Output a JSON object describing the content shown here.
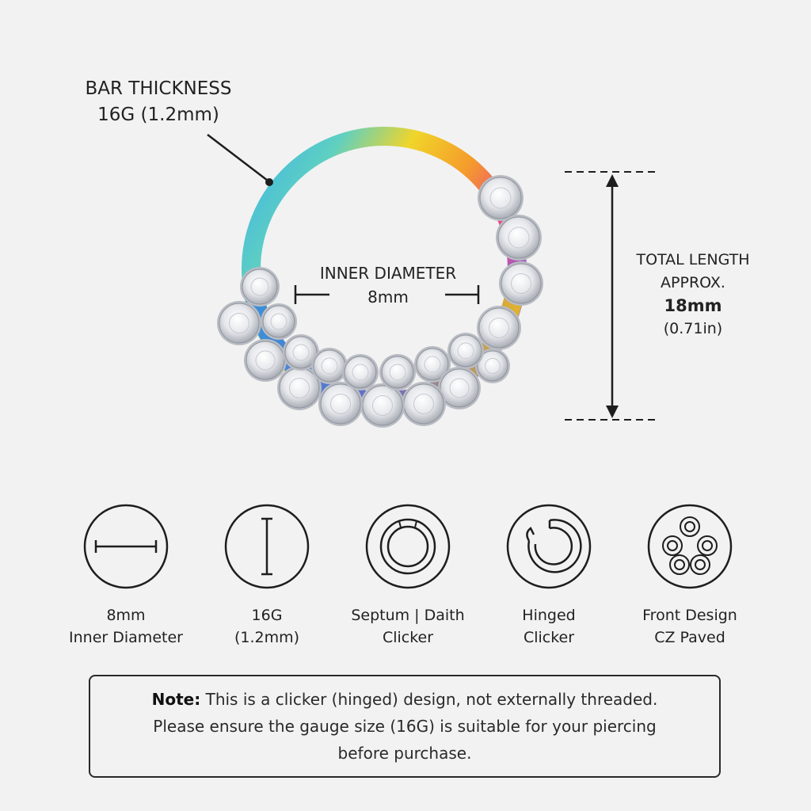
{
  "bar_thickness": {
    "line1": "BAR THICKNESS",
    "line2": "16G (1.2mm)"
  },
  "inner_diameter": {
    "line1": "INNER DIAMETER",
    "line2": "8mm"
  },
  "total_length": {
    "line1": "TOTAL LENGTH",
    "line2": "APPROX.",
    "value": "18mm",
    "imperial": "(0.71in)"
  },
  "features": [
    {
      "icon": "inner-diameter-icon",
      "line1": "8mm",
      "line2": "Inner Diameter"
    },
    {
      "icon": "gauge-icon",
      "line1": "16G",
      "line2": "(1.2mm)"
    },
    {
      "icon": "septum-clicker-icon",
      "line1": "Septum | Daith",
      "line2": "Clicker"
    },
    {
      "icon": "hinged-clicker-icon",
      "line1": "Hinged",
      "line2": "Clicker"
    },
    {
      "icon": "cz-paved-icon",
      "line1": "Front Design",
      "line2": "CZ Paved"
    }
  ],
  "note": {
    "label": "Note:",
    "text": "This is a clicker (hinged) design, not externally threaded. Please ensure the gauge size (16G) is suitable for your piercing before purchase."
  },
  "colors": {
    "background": "#f2f2f2",
    "ink": "#1e1e1e",
    "ring_gradient": [
      "#f0d52a",
      "#f59b2b",
      "#e9418a",
      "#8a6ad8",
      "#3fb4e8"
    ]
  }
}
